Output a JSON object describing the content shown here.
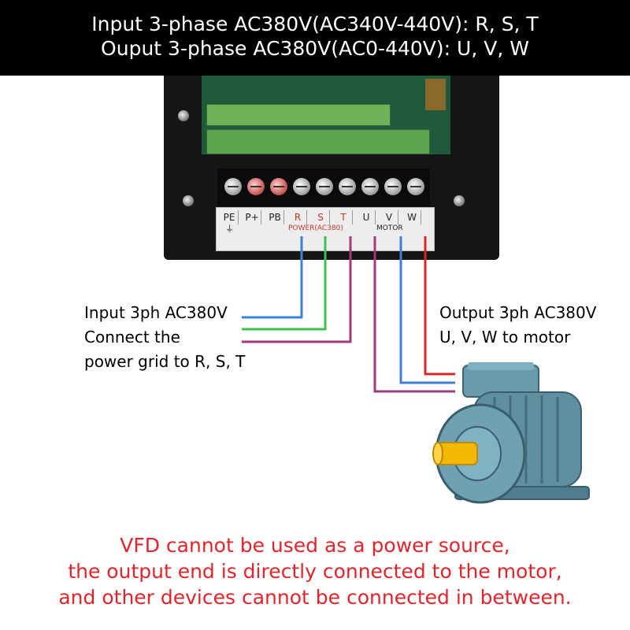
{
  "header": {
    "line1": "Input 3-phase AC380V(AC340V-440V): R, S, T",
    "line2": "Ouput 3-phase AC380V(AC0-440V): U, V, W"
  },
  "terminal_block": {
    "labels": [
      "PE",
      "P+",
      "PB",
      "R",
      "S",
      "T",
      "U",
      "V",
      "W"
    ],
    "power_label": "POWER(AC380)",
    "motor_label": "MOTOR"
  },
  "input_label": {
    "line1": "Input 3ph AC380V",
    "line2": "Connect the",
    "line3": "power grid to R, S, T"
  },
  "output_label": {
    "line1": "Output 3ph AC380V",
    "line2": "U, V, W to motor"
  },
  "warning": {
    "line1": "VFD cannot be used as a power source,",
    "line2": "the output end is directly connected to the motor,",
    "line3": "and other devices cannot be connected in between."
  },
  "colors": {
    "header_bg": "#000000",
    "header_text": "#ffffff",
    "warning_text": "#e3242b",
    "wire_blue": "#3f7fd6",
    "wire_green": "#3ec24a",
    "wire_purple": "#a03a78",
    "wire_red": "#d6262b",
    "motor_body": "#5f8fa0",
    "motor_shaft": "#f2b800"
  },
  "icons": {
    "ground": "ground-symbol-icon",
    "motor": "electric-motor-icon"
  }
}
